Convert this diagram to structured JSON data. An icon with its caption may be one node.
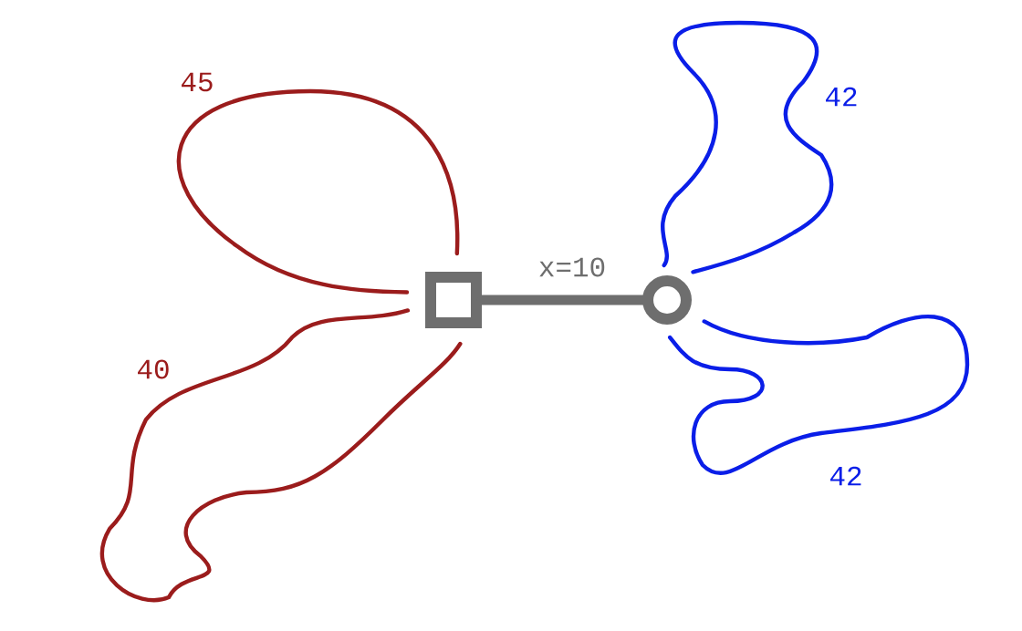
{
  "diagram": {
    "nodes": [
      {
        "text": [],
        "shape": "box"
      },
      {
        "text": [],
        "shape": "circle"
      }
    ],
    "edges": [
      {
        "from": 0,
        "to": 1,
        "arrow": "none",
        "label": "x=10",
        "style": "thick",
        "color": "#6e6e6e"
      },
      {
        "from": 0,
        "to": 0,
        "arrow": "none",
        "label": "45",
        "color": "#9b1c1c"
      },
      {
        "from": 0,
        "to": 0,
        "arrow": "none",
        "label": "40",
        "color": "#9b1c1c"
      },
      {
        "from": 1,
        "to": 1,
        "arrow": "none",
        "label": "42",
        "color": "#0a1ee8"
      },
      {
        "from": 1,
        "to": 1,
        "arrow": "none",
        "label": "42",
        "color": "#0a1ee8"
      }
    ]
  }
}
